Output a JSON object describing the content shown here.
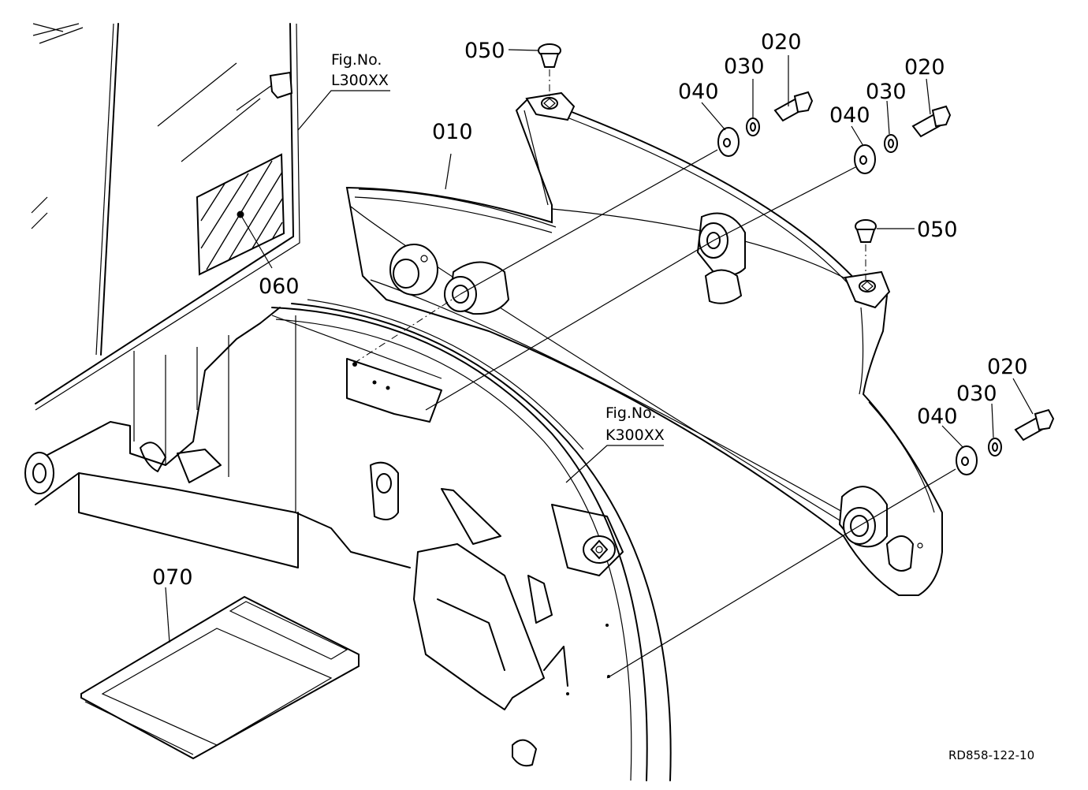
{
  "labels": {
    "p010": "010",
    "p020a": "020",
    "p020b": "020",
    "p020c": "020",
    "p030a": "030",
    "p030b": "030",
    "p030c": "030",
    "p040a": "040",
    "p040b": "040",
    "p040c": "040",
    "p050a": "050",
    "p050b": "050",
    "p060": "060",
    "p070": "070"
  },
  "references": {
    "upper_fig_label": "Fig.No.",
    "upper_fig_code": "L300XX",
    "lower_fig_label": "Fig.No.",
    "lower_fig_code": "K300XX"
  },
  "drawing_code": "RD858-122-10"
}
